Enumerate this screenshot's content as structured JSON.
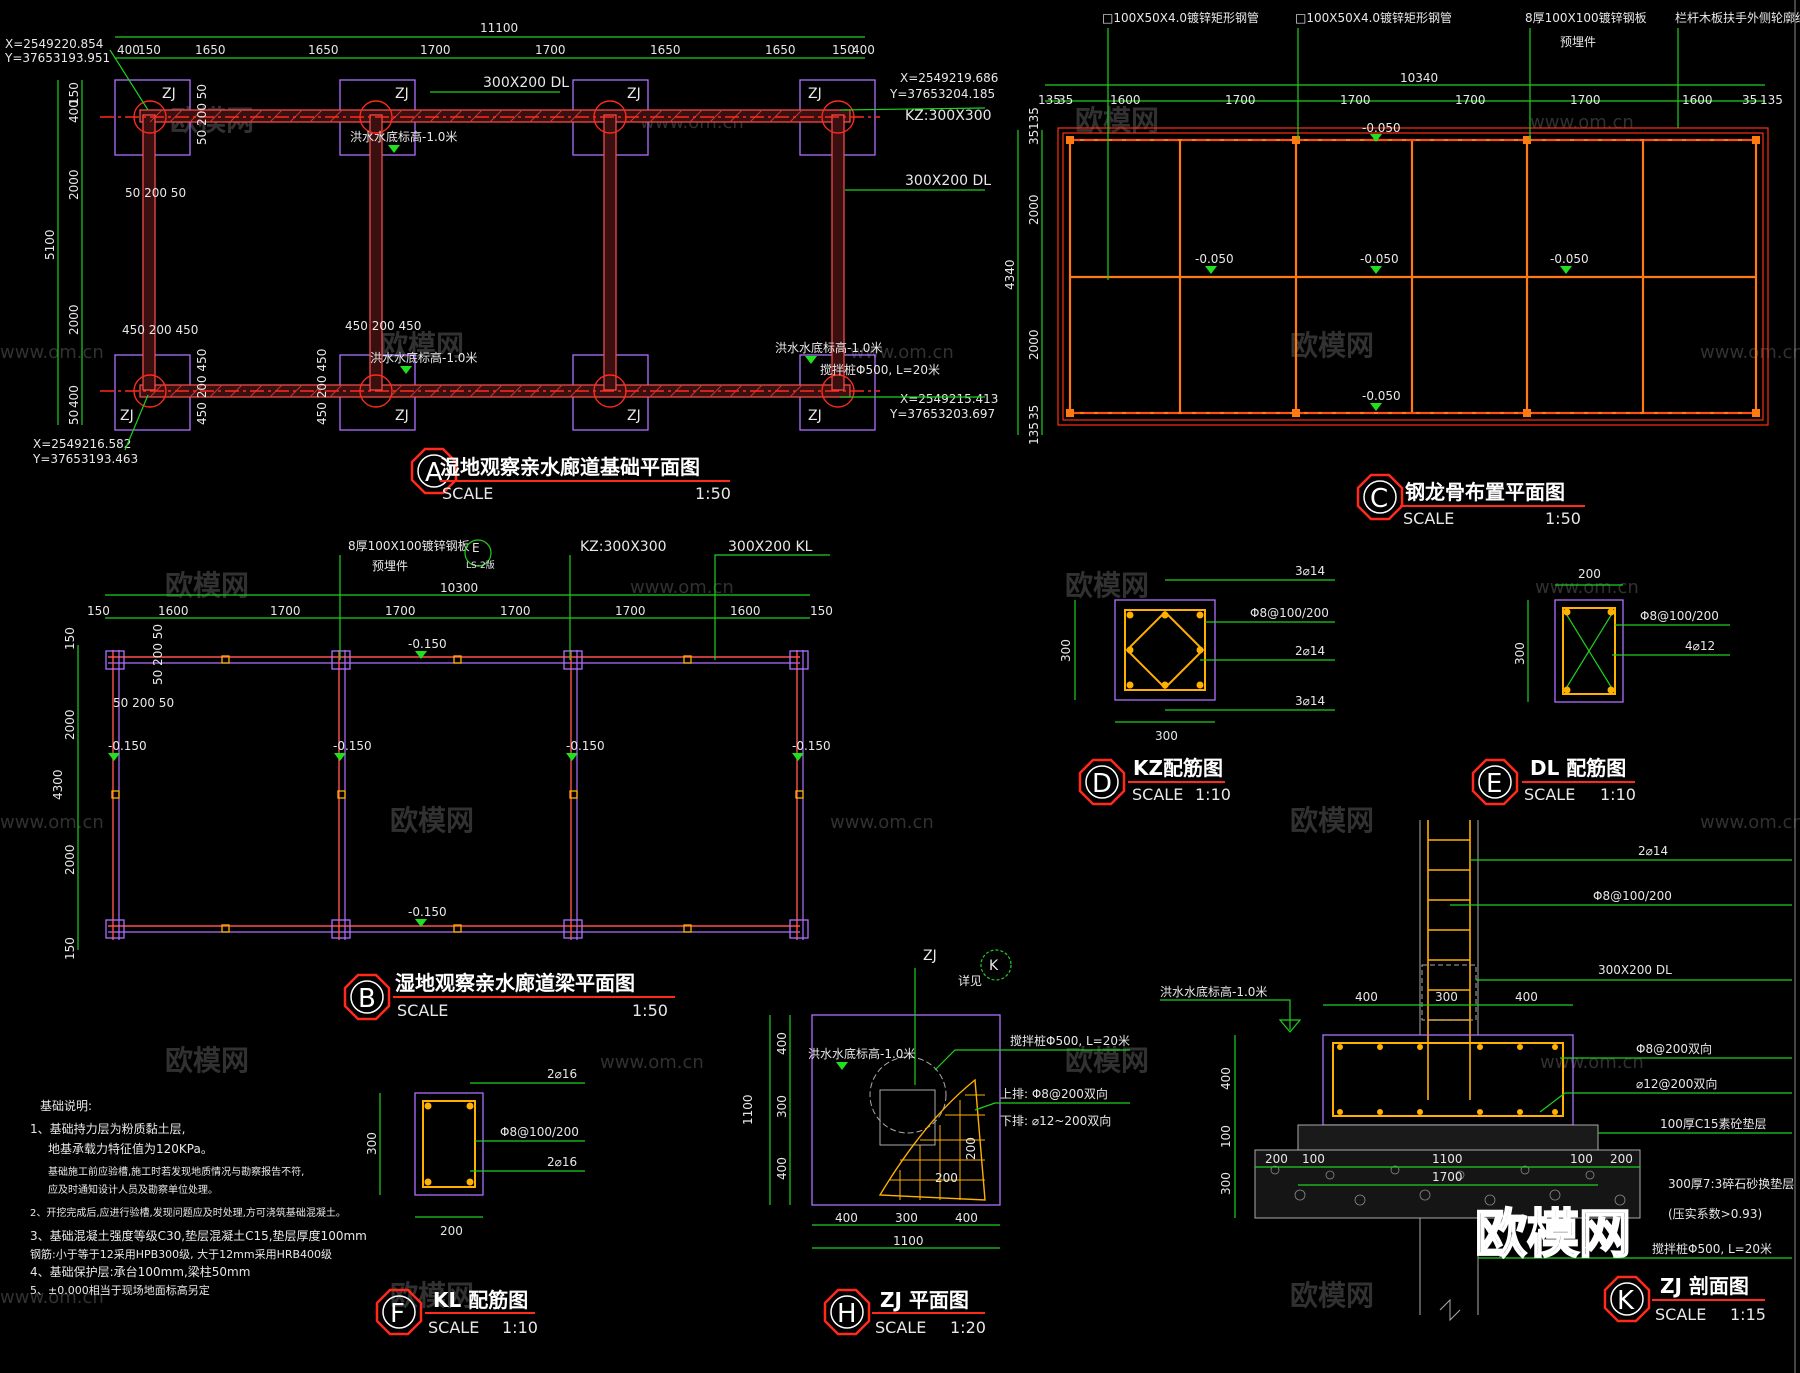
{
  "labels": {
    "planA_title": "湿地观察亲水廊道基础平面图",
    "planB_title": "湿地观察亲水廊道梁平面图",
    "planC_title": "钢龙骨布置平面图",
    "detailD_title": "KZ配筋图",
    "detailE_title": "DL 配筋图",
    "detailF_title": "KL 配筋图",
    "detailH_title": "ZJ 平面图",
    "detailK_title": "ZJ 剖面图",
    "scale_word": "SCALE",
    "scale_50": "1:50",
    "scale_10": "1:10",
    "scale_20": "1:20",
    "scale_15": "1:15",
    "letter_A": "A",
    "letter_B": "B",
    "letter_C": "C",
    "letter_D": "D",
    "letter_E": "E",
    "letter_F": "F",
    "letter_H": "H",
    "letter_K": "K"
  },
  "planA": {
    "total": "11100",
    "dims_top": [
      "400",
      "150",
      "1650",
      "1650",
      "1700",
      "1700",
      "1650",
      "1650",
      "150",
      "400"
    ],
    "left_total": "5100",
    "left_dims": [
      "150",
      "400",
      "2000",
      "2000",
      "400",
      "50"
    ],
    "coord_tl": [
      "X=2549220.854",
      "Y=37653193.951"
    ],
    "coord_tr": [
      "X=2549219.686",
      "Y=37653204.185"
    ],
    "coord_br": [
      "X=2549215.413",
      "Y=37653203.697"
    ],
    "coord_bl": [
      "X=2549216.582",
      "Y=37653193.463"
    ],
    "zj": "ZJ",
    "dl_label": "300X200 DL",
    "kz_label": "KZ:300X300",
    "water_level": "洪水水底标高-1.0米",
    "pile": "搅拌桩Φ500, L=20米",
    "dim_50_200_50": "50 200 50",
    "dim_450_200_450": "450 200 450",
    "dim_vert": [
      "50",
      "200",
      "50"
    ],
    "dim_vert2": [
      "450",
      "200",
      "450"
    ]
  },
  "planB": {
    "total": "10300",
    "dims_top": [
      "150",
      "1600",
      "1700",
      "1700",
      "1700",
      "1700",
      "1600",
      "150"
    ],
    "left_total": "4300",
    "left_dims": [
      "150",
      "2000",
      "2000",
      "150"
    ],
    "steel_plate": "8厚100X100镀锌钢板",
    "embed": "预埋件",
    "kz_label": "KZ:300X300",
    "kl_label": "300X200 KL",
    "elev": "-0.150",
    "dim_50_200_50": "50 200 50",
    "tag_E": "E",
    "tag_E_sub": "LS-2版"
  },
  "planC": {
    "total": "10340",
    "dims_top": [
      "135",
      "35",
      "1600",
      "1700",
      "1700",
      "1700",
      "1700",
      "1600",
      "35",
      "135"
    ],
    "left_total": "4340",
    "left_dims": [
      "135",
      "35",
      "2000",
      "2000",
      "35",
      "135"
    ],
    "steel_a": "□100X50X4.0镀锌矩形钢管",
    "steel_b": "□100X50X4.0镀锌矩形钢管",
    "steel_c": "8厚100X100镀锌钢板",
    "steel_c2": "预埋件",
    "rail": "栏杆木板扶手外侧轮廓线",
    "elev": "-0.050"
  },
  "detailD": {
    "w": "300",
    "h": "300",
    "r1": "3⌀14",
    "r2": "Φ8@100/200",
    "r3": "2⌀14",
    "r4": "3⌀14"
  },
  "detailE": {
    "w": "200",
    "h": "300",
    "r1": "Φ8@100/200",
    "r2": "4⌀12"
  },
  "detailF": {
    "w": "200",
    "h": "300",
    "r1": "2⌀16",
    "r2": "Φ8@100/200",
    "r3": "2⌀16"
  },
  "detailH": {
    "tag": "ZJ",
    "tag2": "详见",
    "tag_K": "K",
    "water": "洪水水底标高-1.0米",
    "pile": "搅拌桩Φ500, L=20米",
    "top_bar": "上排: Φ8@200双向",
    "bot_bar": "下排: ⌀12~200双向",
    "dim_left": [
      "400",
      "300",
      "400"
    ],
    "dim_left_total": "1100",
    "dim_bottom": [
      "400",
      "300",
      "400"
    ],
    "dim_bottom_total": "1100",
    "d200a": "200",
    "d200b": "200"
  },
  "detailK": {
    "r1": "2⌀14",
    "r2": "Φ8@100/200",
    "dl": "300X200 DL",
    "water": "洪水水底标高-1.0米",
    "dims": [
      "400",
      "300",
      "400"
    ],
    "r3": "Φ8@200双向",
    "r4": "⌀12@200双向",
    "layer1": "100厚C15素砼垫层",
    "layer2": "300厚7:3碎石砂换垫层",
    "layer3": "(压实系数>0.93)",
    "pile": "搅拌桩Φ500, L=20米",
    "left_dims": [
      "400",
      "100",
      "300"
    ],
    "bottom_dims": [
      "200",
      "100",
      "1100",
      "100",
      "200"
    ],
    "bottom_total": "1700"
  },
  "notes": {
    "heading": "基础说明:",
    "lines": [
      "1、基础持力层为粉质黏土层,",
      "地基承载力特征值为120KPa。",
      "基础施工前应验槽,施工时若发现地质情况与勘察报告不符,",
      "应及时通知设计人员及勘察单位处理。",
      "2、开挖完成后,应进行验槽,发现问题应及时处理,方可浇筑基础混凝土。",
      "3、基础混凝土强度等级C30,垫层混凝土C15,垫层厚度100mm",
      "钢筋:小于等于12采用HPB300级, 大于12mm采用HRB400级",
      "4、基础保护层:承台100mm,梁柱50mm",
      "5、±0.000相当于现场地面标高另定"
    ]
  },
  "watermark": {
    "cn": "欧模网",
    "url": "www.om.cn",
    "big": "欧模网"
  }
}
